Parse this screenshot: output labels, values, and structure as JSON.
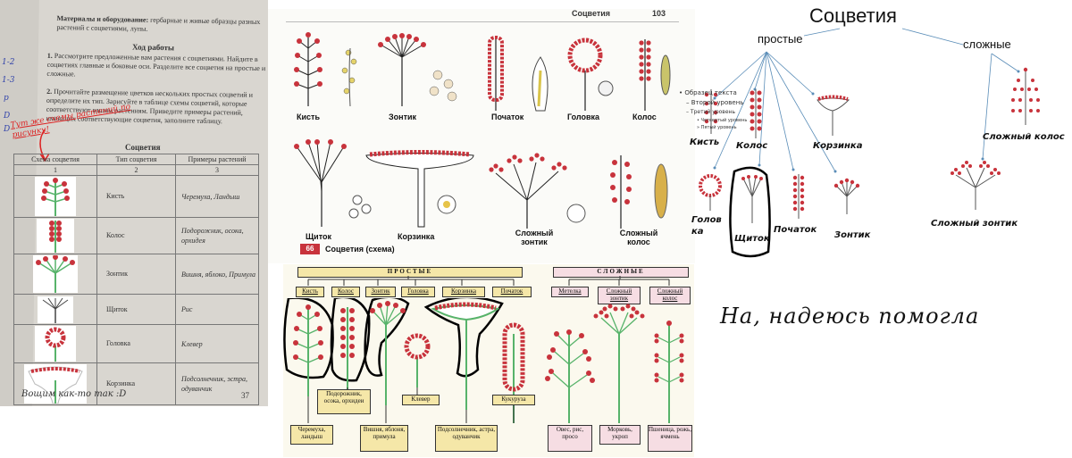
{
  "workbook": {
    "left_margin_notes": [
      "1-2",
      "1-3",
      "р",
      "D",
      "D"
    ],
    "materials_label": "Материалы и оборудование:",
    "materials_text": "гербарные и живые образцы разных растений с соцветиями, лупы.",
    "work_title": "Ход работы",
    "step1_num": "1.",
    "step1": "Рассмотрите предложенные вам растения с соцветиями. Найдите в соцветиях главные и боковые оси. Разделите все соцветия на простые и сложные.",
    "step2_num": "2.",
    "step2": "Прочитайте размещение цветков нескольких простых соцветий и определите их тип. Зарисуйте в таблице схемы соцветий, которые соответствуют вашим растениям. Приведите примеры растений, имеющих соответствующие соцветия, заполните таблицу.",
    "red_note": "Тут же схемы растений по рисунку!",
    "table_title": "Соцветия",
    "headers": [
      "Схема соцветия",
      "Тип соцветия",
      "Примеры растений"
    ],
    "header_nums": [
      "1",
      "2",
      "3"
    ],
    "rows": [
      {
        "type": "Кисть",
        "examples": "Черемуха, Ландыш"
      },
      {
        "type": "Колос",
        "examples": "Подорожник, осока, орхидея"
      },
      {
        "type": "Зонтик",
        "examples": "Вишня, яблоко, Примула"
      },
      {
        "type": "Щиток",
        "examples": "Рис"
      },
      {
        "type": "Головка",
        "examples": "Клевер"
      },
      {
        "type": "Корзинка",
        "examples": "Подсолнечник, эстра, одуванчик"
      }
    ],
    "footer": "Вощим как-то так :D",
    "page_number": "37"
  },
  "textbook": {
    "header": "Соцветия",
    "page": "103",
    "labels_row1": [
      "Кисть",
      "Зонтик",
      "Початок",
      "Головка",
      "Колос"
    ],
    "labels_row2": [
      "Щиток",
      "Корзинка",
      "Сложный зонтик",
      "Сложный колос"
    ],
    "caption_num": "66",
    "caption": "Соцветия (схема)"
  },
  "scheme": {
    "simple_title": "ПРОСТЫЕ",
    "complex_title": "СЛОЖНЫЕ",
    "simple_types": [
      "Кисть",
      "Колос",
      "Зонтик",
      "Головка",
      "Корзинка",
      "Початок"
    ],
    "complex_types": [
      "Метелка",
      "Сложный зонтик",
      "Сложный колос"
    ],
    "examples": {
      "kolos": "Подорожник, осока, орхидеи",
      "kist": "Черемуха, ландыш",
      "zontik": "Вишня, яблоня, примула",
      "golovka": "Клевер",
      "korzinka": "Подсолнечник, астра, одуванчик",
      "pochatok": "Кукуруза",
      "metelka": "Овес, рис, просо",
      "sl_zontik": "Морковь, укроп",
      "sl_kolos": "Пшеница, рожь, ячмень"
    }
  },
  "diagram": {
    "title": "Соцветия",
    "simple": "простые",
    "complex": "сложные",
    "placeholder_lines": [
      "• Образец текста",
      "– Второй уровень",
      "– Третий уровень",
      "• Четвертый уровень",
      "» Пятый уровень"
    ],
    "labels": {
      "kist": "Кисть",
      "kolos": "Колос",
      "korzinka": "Корзинка",
      "golovka": "Голов ка",
      "shchitok": "Щиток",
      "pochatok": "Початок",
      "zontik": "Зонтик",
      "sl_kolos": "Сложный колос",
      "sl_zontik": "Сложный зонтик"
    }
  },
  "message": "На, надеюсь помогла",
  "colors": {
    "flower": "#c8333c",
    "stem": "#57b36a",
    "link": "#5a8db8"
  }
}
